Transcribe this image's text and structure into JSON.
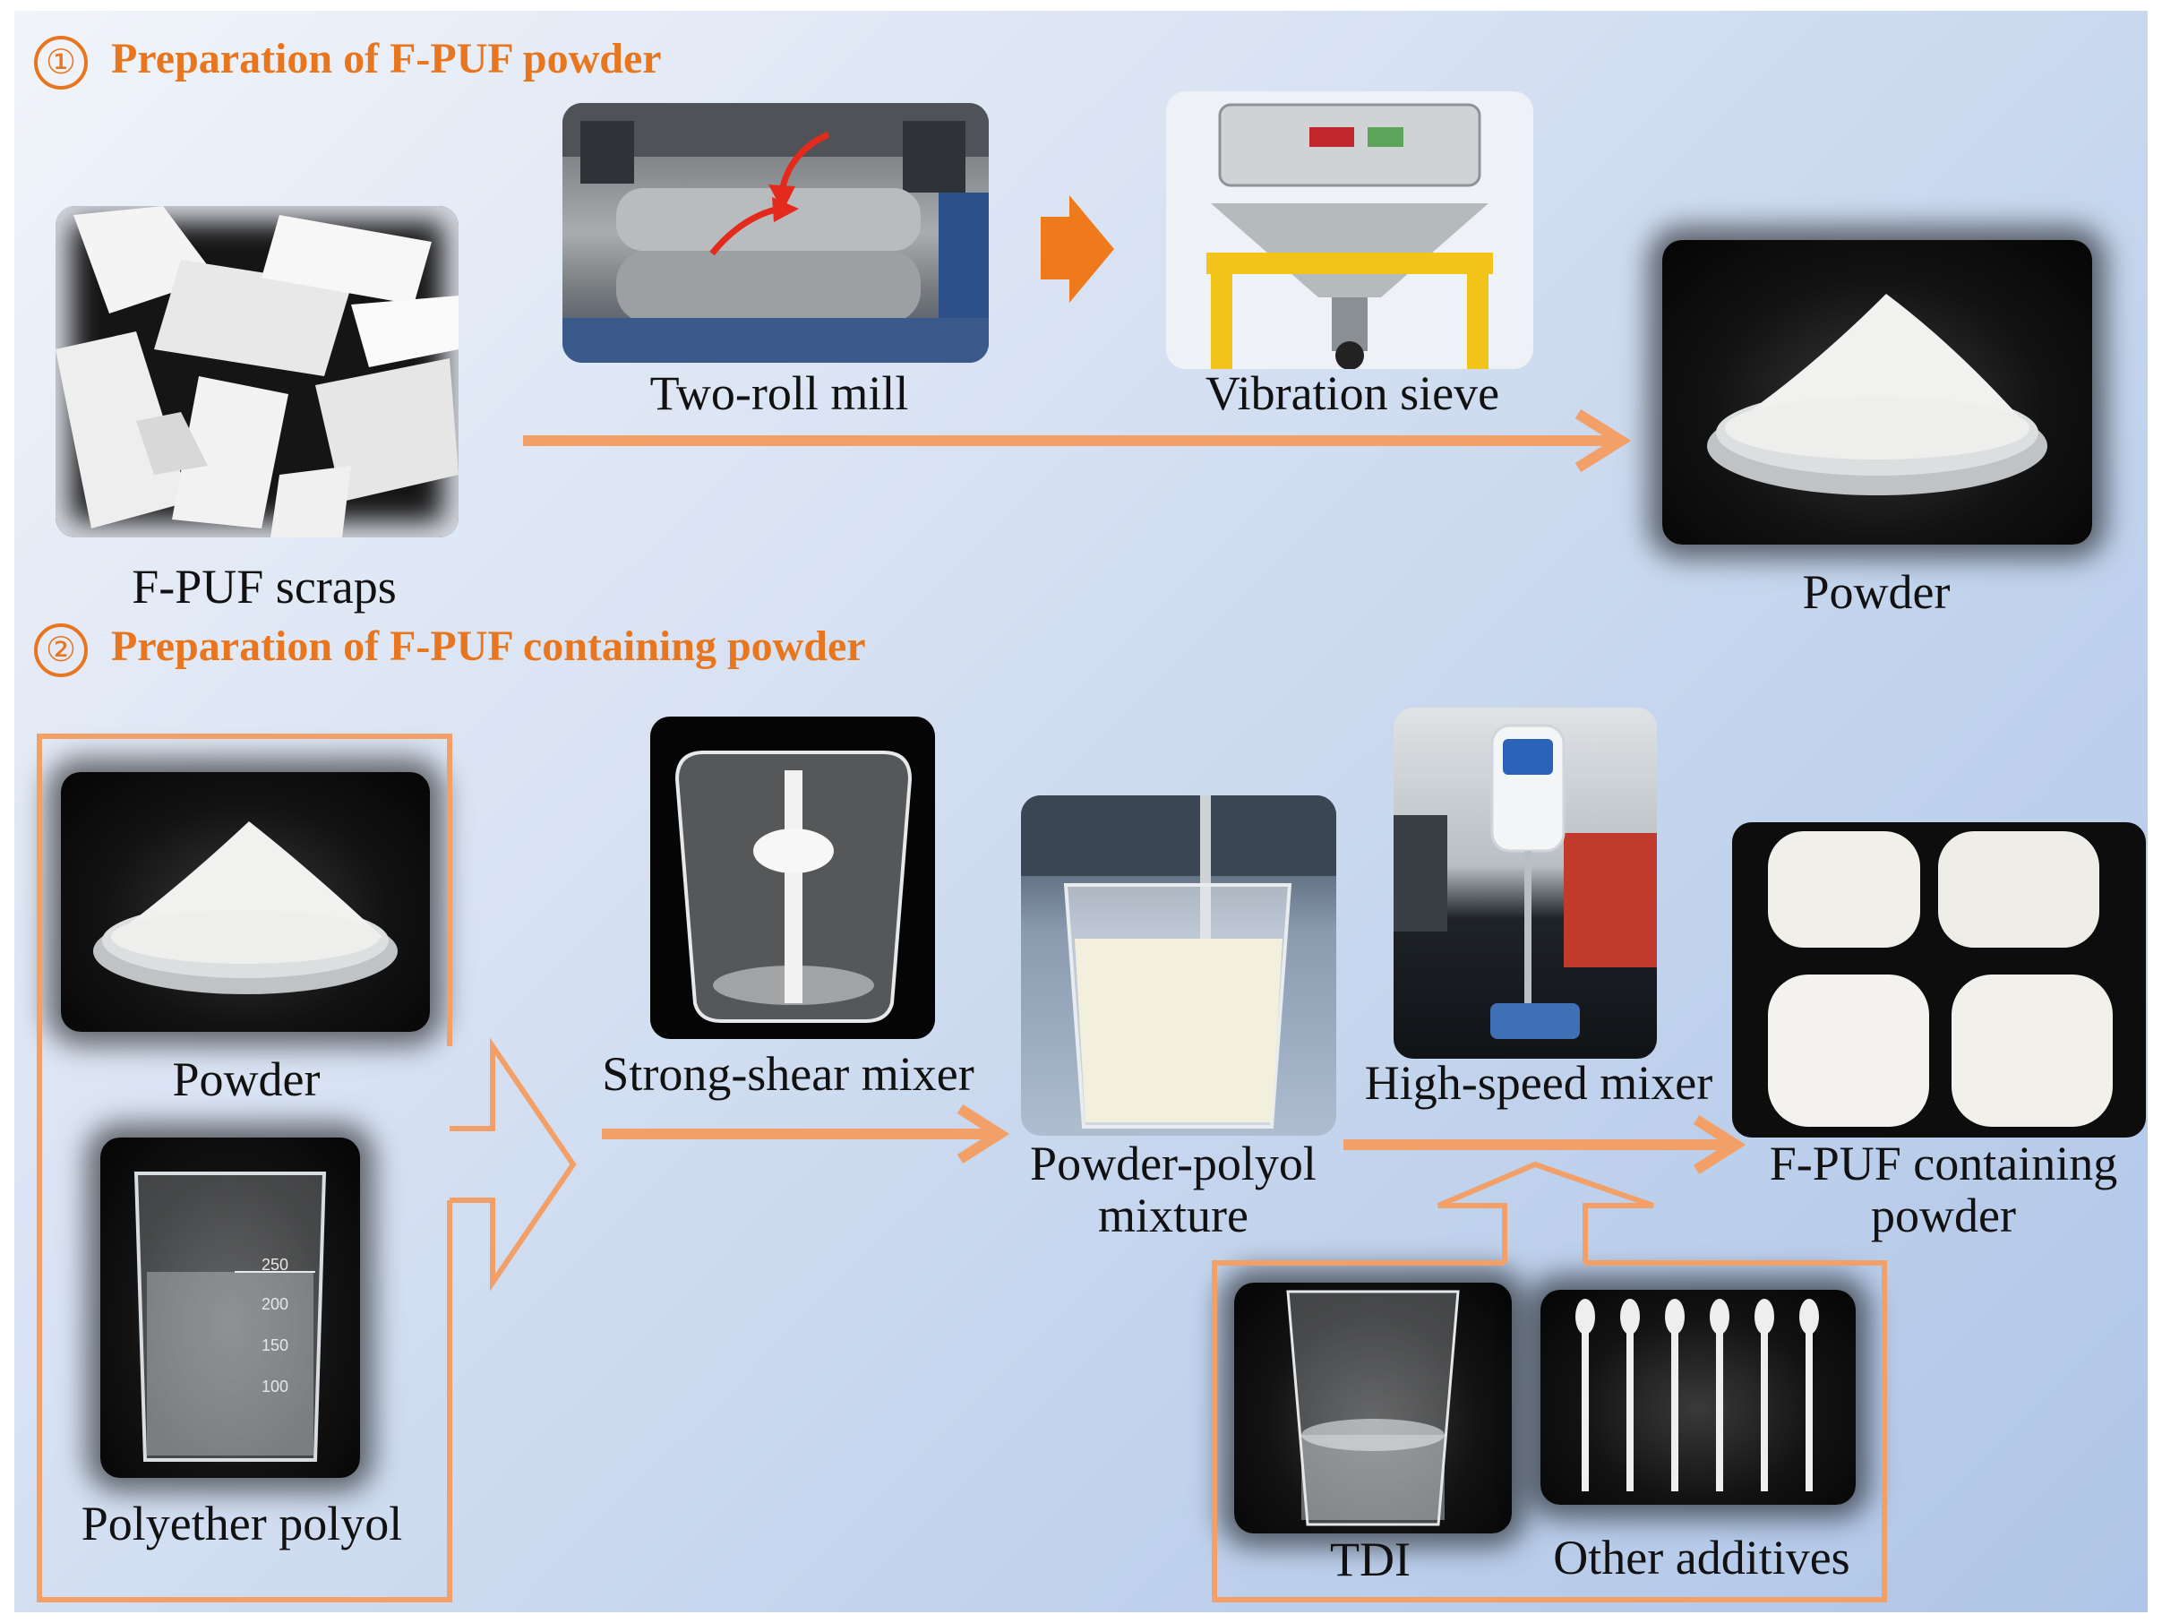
{
  "colors": {
    "accent": "#e8761f",
    "panel_light": "#f1f4fa",
    "panel_dark": "#b0c6e8"
  },
  "section1": {
    "number": "①",
    "title": "Preparation of F-PUF powder"
  },
  "section2": {
    "number": "②",
    "title": "Preparation of F-PUF containing powder"
  },
  "labels": {
    "scraps": "F-PUF scraps",
    "two_roll_mill": "Two-roll mill",
    "vibration_sieve": "Vibration sieve",
    "powder_1": "Powder",
    "powder_2": "Powder",
    "polyether_polyol": "Polyether polyol",
    "strong_shear_mixer": "Strong-shear mixer",
    "powder_polyol_mixture_l1": "Powder-polyol",
    "powder_polyol_mixture_l2": "mixture",
    "high_speed_mixer": "High-speed mixer",
    "fpuf_containing_l1": "F-PUF containing",
    "fpuf_containing_l2": "powder",
    "tdi": "TDI",
    "other_additives": "Other additives"
  },
  "beaker_marks": [
    "250",
    "200",
    "150",
    "100"
  ],
  "icons": [
    "curved-arrow-icon",
    "block-arrow-icon",
    "flow-arrow-icon",
    "hollow-arrow-icon"
  ]
}
